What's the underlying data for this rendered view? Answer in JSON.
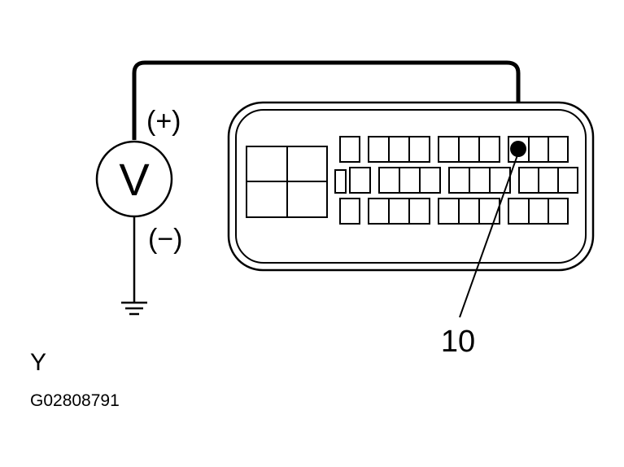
{
  "meter": {
    "symbol": "V",
    "positive_label": "(+)",
    "negative_label": "(−)"
  },
  "connector": {
    "pin_callout": "10"
  },
  "footer": {
    "view_letter": "Y",
    "figure_code": "G02808791"
  }
}
